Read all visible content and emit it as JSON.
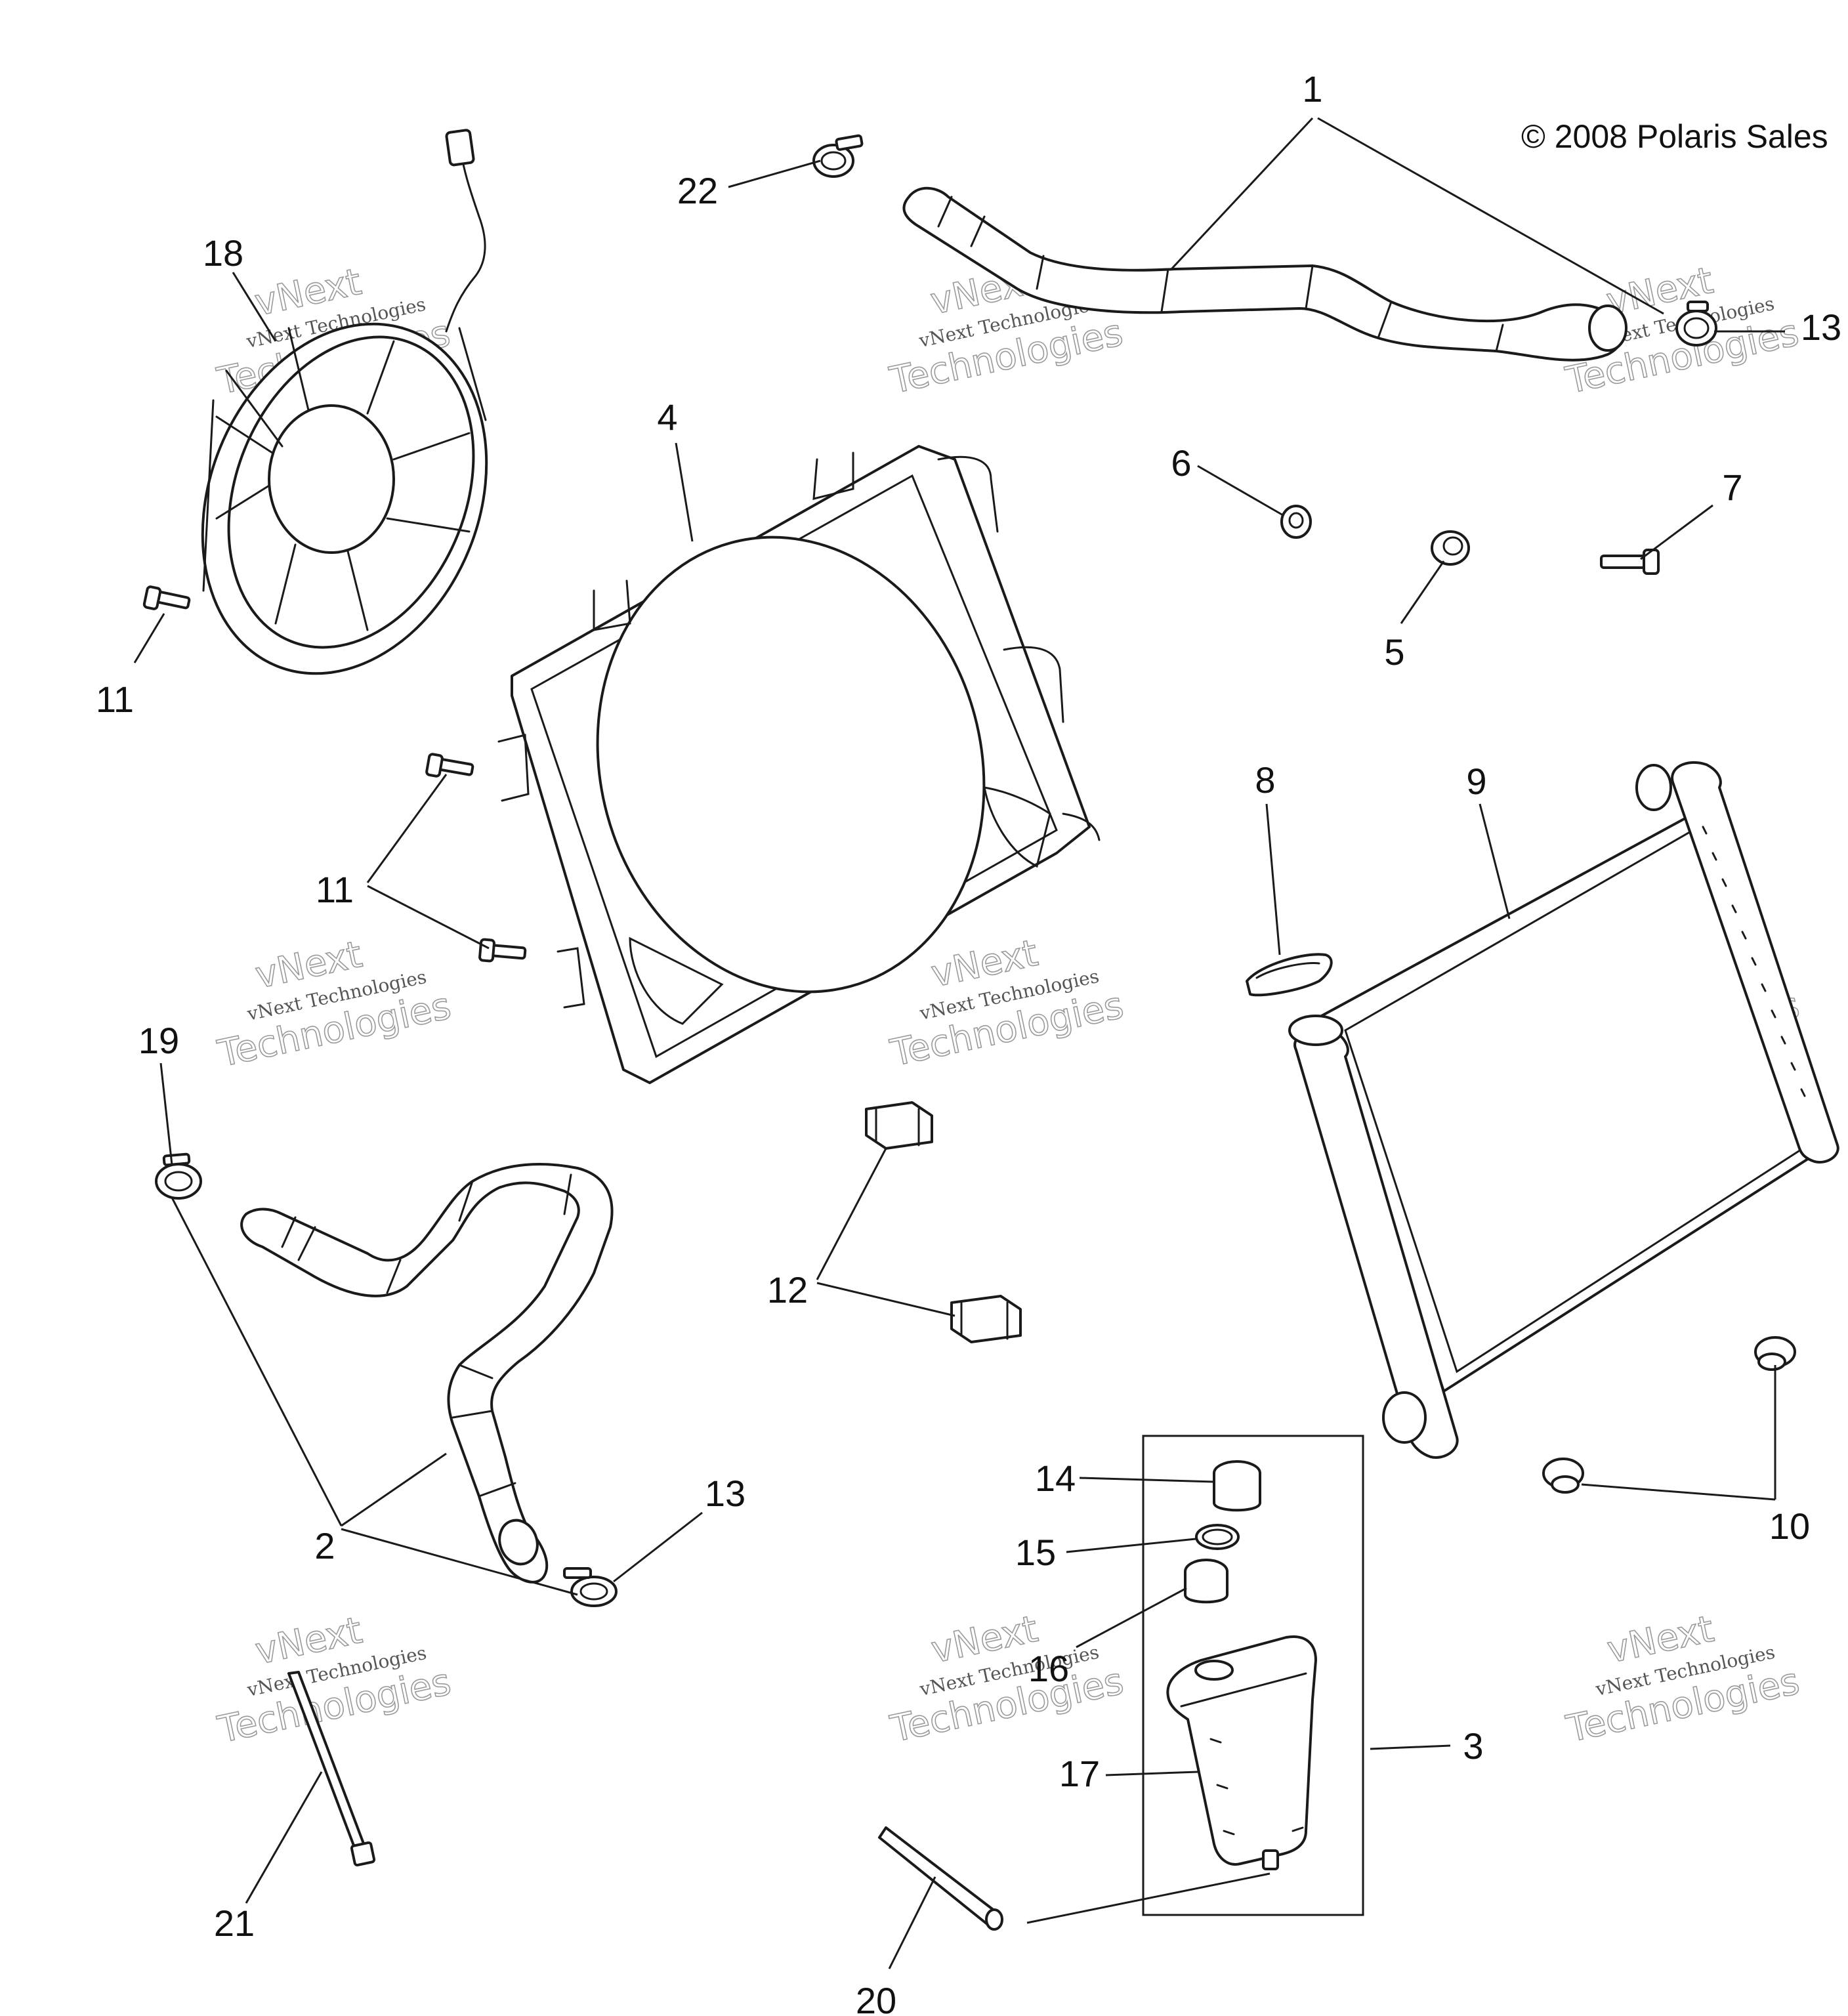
{
  "diagram": {
    "copyright": "© 2008 Polaris Sales",
    "callouts": [
      "1",
      "2",
      "3",
      "4",
      "5",
      "6",
      "7",
      "8",
      "9",
      "10",
      "11",
      "11",
      "12",
      "13",
      "13",
      "14",
      "15",
      "16",
      "17",
      "18",
      "19",
      "20",
      "21",
      "22"
    ],
    "watermark": {
      "line1": "vNext",
      "line2": "vNext Technologies",
      "line3": "Technologies"
    }
  }
}
